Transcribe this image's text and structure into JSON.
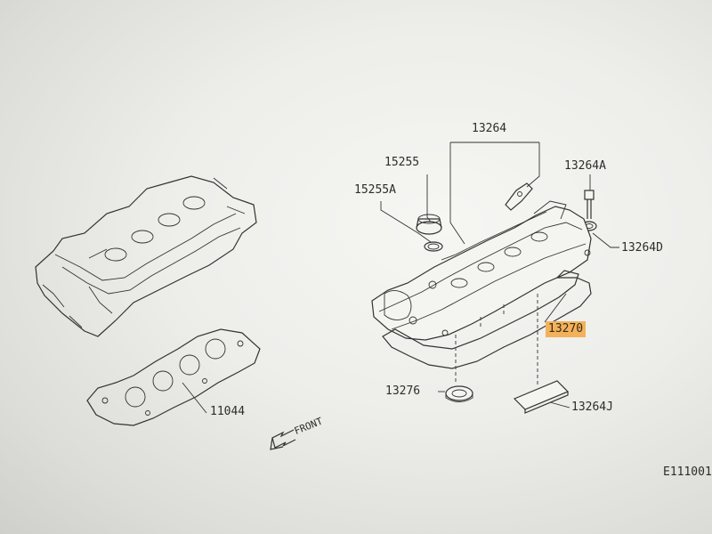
{
  "diagram": {
    "part_labels": {
      "p13264": "13264",
      "p15255": "15255",
      "p15255A": "15255A",
      "p13264A": "13264A",
      "p13264D": "13264D",
      "p13270": "13270",
      "p13276": "13276",
      "p13264J": "13264J",
      "p11044": "11044"
    },
    "direction_label": "FRONT",
    "figure_code": "E111001",
    "highlight_color": "#f2b25c",
    "line_color": "#333333"
  }
}
